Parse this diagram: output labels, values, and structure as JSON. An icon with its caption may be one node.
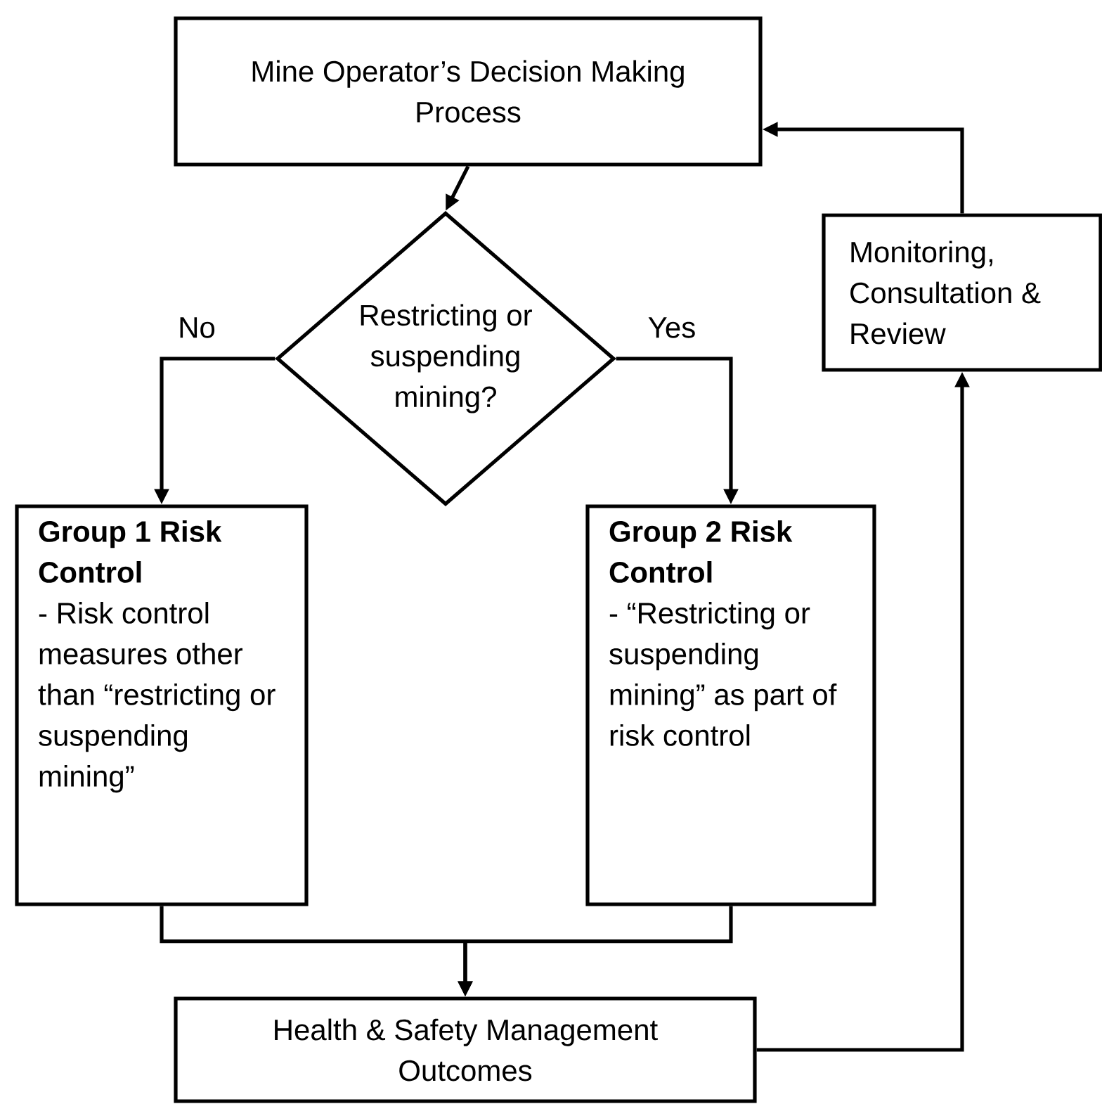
{
  "diagram": {
    "nodes": [
      {
        "text": [
          "Mine Operator’s Decision Making Process"
        ]
      },
      {
        "text": [
          "Restricting or suspending mining?"
        ]
      },
      {
        "text": [
          "Group 1 Risk Control",
          "- Risk control measures other than “restricting or suspending mining”"
        ]
      },
      {
        "text": [
          "Group 2 Risk Control",
          "- “Restricting or suspending mining” as part of risk control"
        ]
      },
      {
        "text": [
          "Monitoring, Consultation & Review"
        ]
      },
      {
        "text": [
          "Health & Safety Management Outcomes"
        ]
      }
    ],
    "edges": [
      {
        "from": 0,
        "to": 1,
        "arrow": "to"
      },
      {
        "from": 1,
        "to": 2,
        "arrow": "to",
        "label": "No"
      },
      {
        "from": 1,
        "to": 3,
        "arrow": "to",
        "label": "Yes"
      },
      {
        "from": 2,
        "to": 5,
        "arrow": "to"
      },
      {
        "from": 3,
        "to": 5,
        "arrow": "to"
      },
      {
        "from": 5,
        "to": 4,
        "arrow": "to"
      },
      {
        "from": 4,
        "to": 0,
        "arrow": "to"
      }
    ]
  }
}
